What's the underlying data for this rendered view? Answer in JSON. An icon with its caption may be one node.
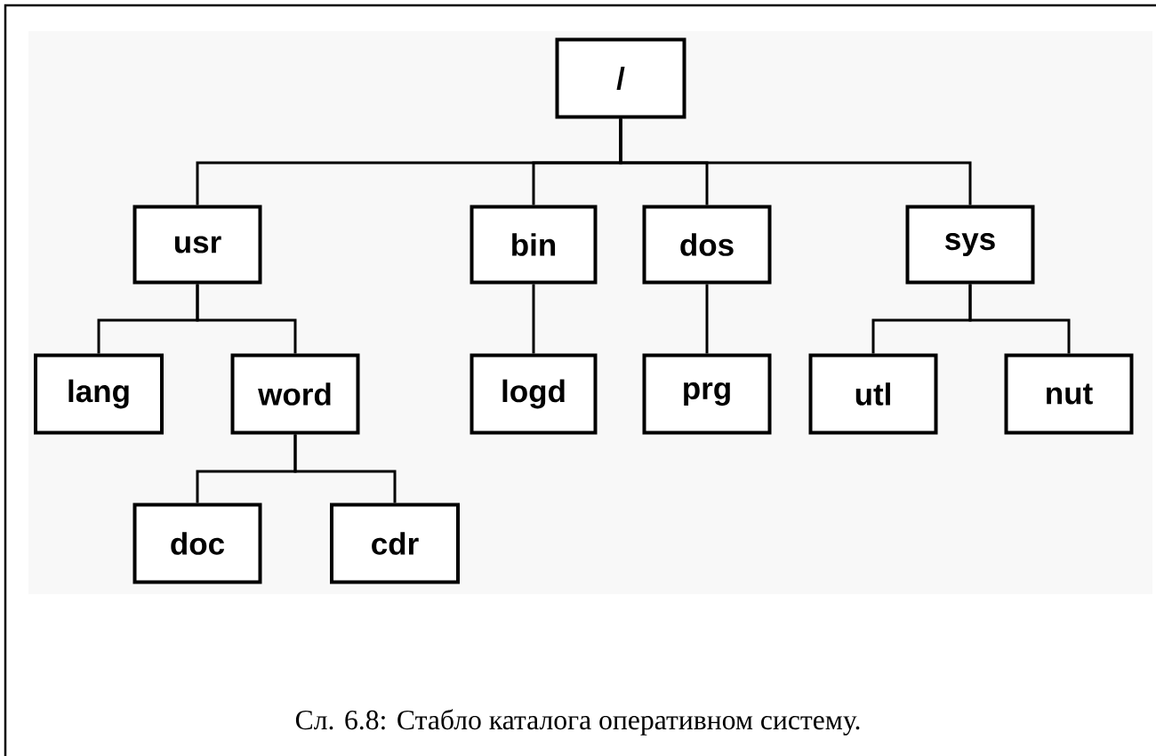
{
  "diagram": {
    "caption": "Сл. 6.8: Стабло каталога оперативном систему.",
    "nodes": [
      {
        "text": [
          "/"
        ]
      },
      {
        "text": [
          "usr"
        ]
      },
      {
        "text": [
          "bin"
        ]
      },
      {
        "text": [
          "dos"
        ]
      },
      {
        "text": [
          "sys"
        ]
      },
      {
        "text": [
          "lang"
        ]
      },
      {
        "text": [
          "word"
        ]
      },
      {
        "text": [
          "logd"
        ]
      },
      {
        "text": [
          "prg"
        ]
      },
      {
        "text": [
          "utl"
        ]
      },
      {
        "text": [
          "nut"
        ]
      },
      {
        "text": [
          "doc"
        ]
      },
      {
        "text": [
          "cdr"
        ]
      }
    ],
    "edges": [
      {
        "from": 0,
        "to": 1,
        "arrow": "none"
      },
      {
        "from": 0,
        "to": 2,
        "arrow": "none"
      },
      {
        "from": 0,
        "to": 3,
        "arrow": "none"
      },
      {
        "from": 0,
        "to": 4,
        "arrow": "none"
      },
      {
        "from": 1,
        "to": 5,
        "arrow": "none"
      },
      {
        "from": 1,
        "to": 6,
        "arrow": "none"
      },
      {
        "from": 2,
        "to": 7,
        "arrow": "none"
      },
      {
        "from": 3,
        "to": 8,
        "arrow": "none"
      },
      {
        "from": 4,
        "to": 9,
        "arrow": "none"
      },
      {
        "from": 4,
        "to": 10,
        "arrow": "none"
      },
      {
        "from": 6,
        "to": 11,
        "arrow": "none"
      },
      {
        "from": 6,
        "to": 12,
        "arrow": "none"
      }
    ]
  }
}
